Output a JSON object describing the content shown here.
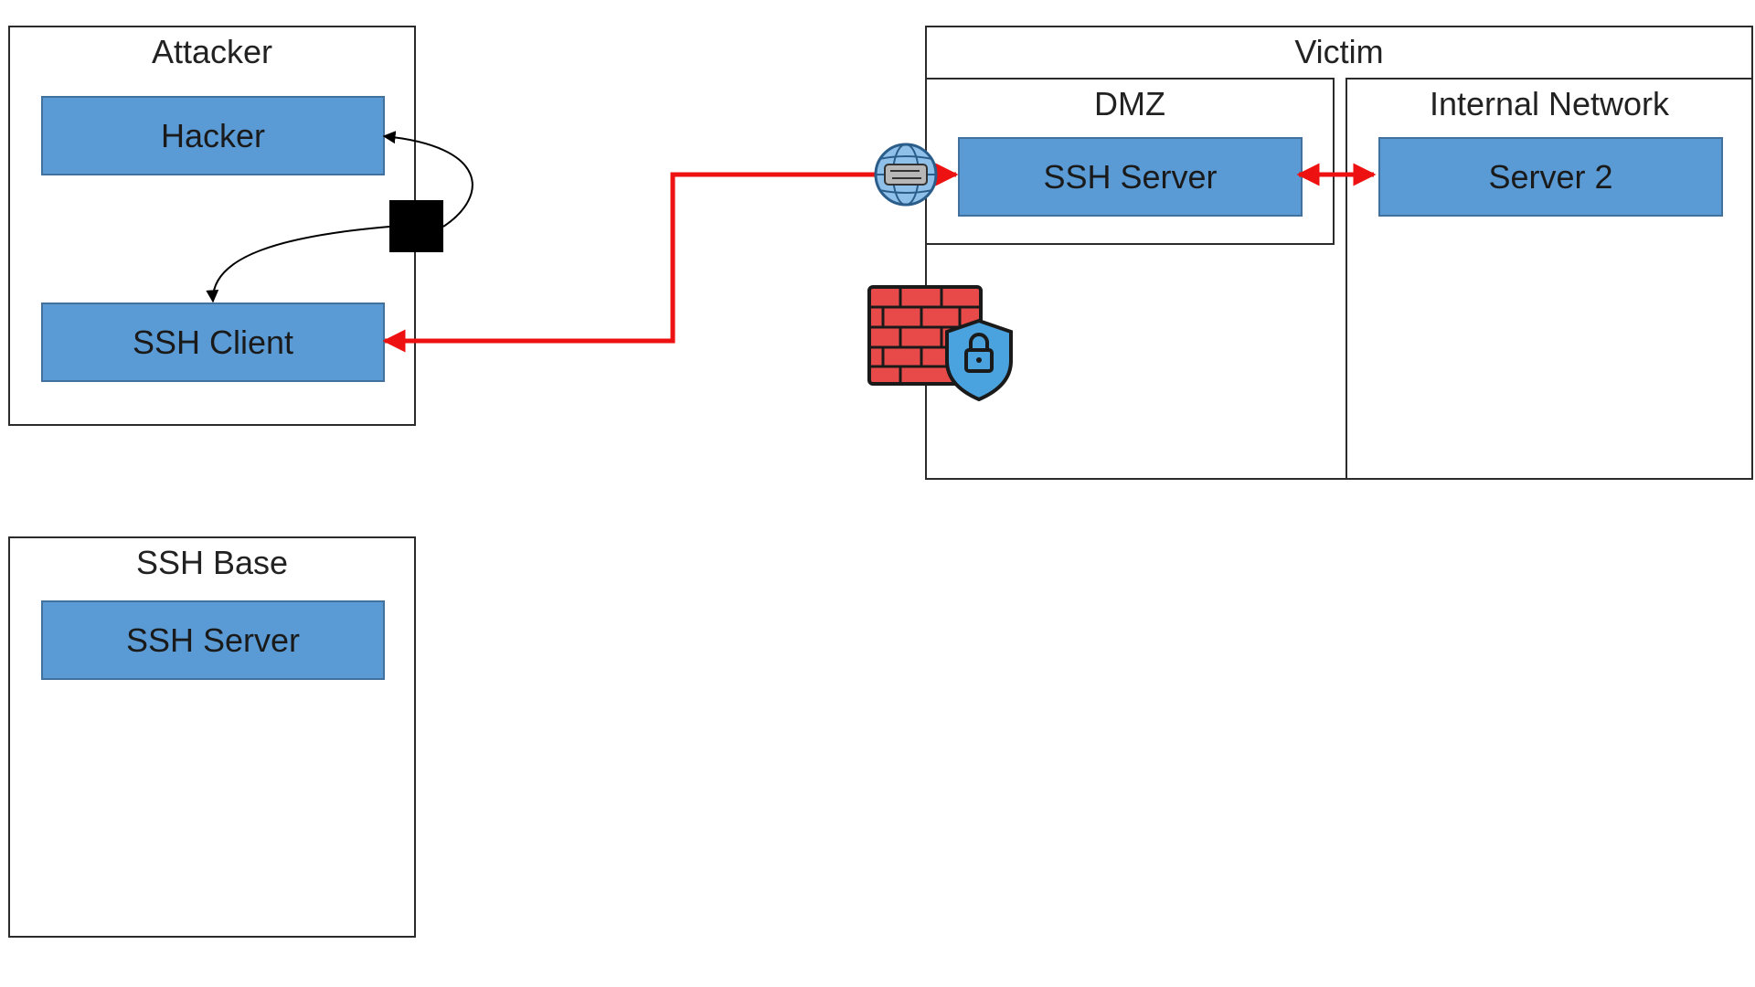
{
  "zones": {
    "attacker": {
      "title": "Attacker"
    },
    "victim": {
      "title": "Victim"
    },
    "dmz": {
      "title": "DMZ"
    },
    "internal": {
      "title": "Internal Network"
    },
    "ssh_base": {
      "title": "SSH Base"
    }
  },
  "nodes": {
    "hacker": "Hacker",
    "ssh_client": "SSH Client",
    "dmz_ssh_server": "SSH Server",
    "server2": "Server 2",
    "base_ssh_server": "SSH Server"
  },
  "icons": {
    "gateway": "globe-gateway-icon",
    "firewall": "firewall-shield-icon",
    "proxy": "black-square-proxy-icon"
  },
  "colors": {
    "node_fill": "#5b9bd5",
    "node_border": "#41719c",
    "tunnel_line": "#ee1111",
    "firewall_brick": "#e84a4a",
    "shield": "#4aa3df"
  }
}
